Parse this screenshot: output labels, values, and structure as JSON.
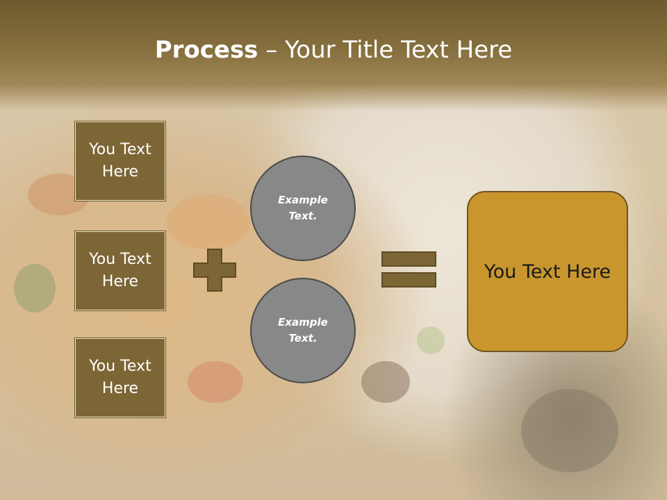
{
  "title": {
    "bold": "Process",
    "rest": " – Your Title Text Here"
  },
  "boxes": [
    "You Text Here",
    "You Text Here",
    "You Text Here"
  ],
  "circles": [
    "Example Text.",
    "Example Text."
  ],
  "result": "You Text Here",
  "colors": {
    "box": "#7d6636",
    "circle": "#888888",
    "result": "#c9962e",
    "header": "#6f5a30"
  },
  "icons": {
    "plus": "plus-icon",
    "equals": "equals-icon"
  }
}
